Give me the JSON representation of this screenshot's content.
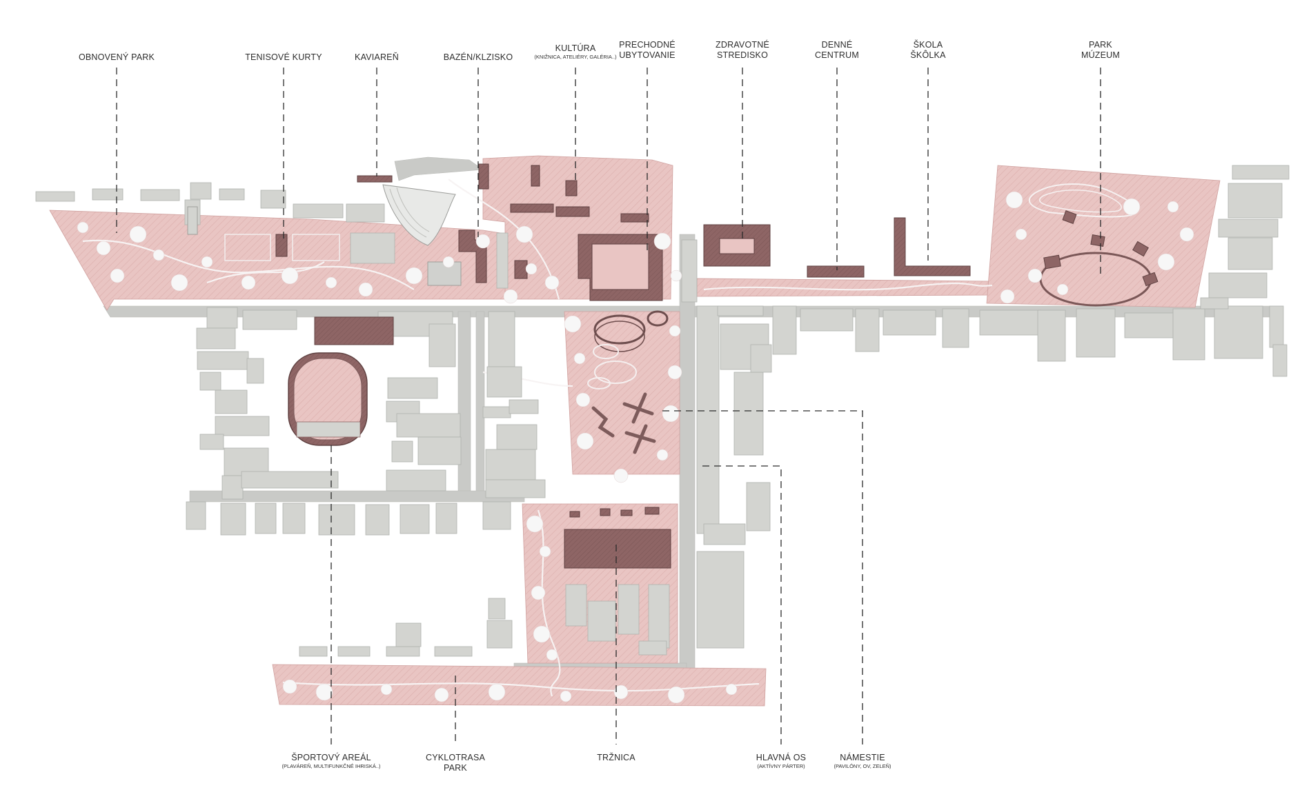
{
  "labels": {
    "obnoveny_park": "OBNOVENÝ PARK",
    "tenisove_kurty": "TENISOVÉ KURTY",
    "kaviaren": "KAVIAREŇ",
    "bazen": "BAZÉN/KLZISKO",
    "kultura": "KULTÚRA",
    "kultura_sub": "(KNIŽNICA, ATELIÉRY, GALÉRIA..)",
    "prechodne_1": "PRECHODNÉ",
    "prechodne_2": "UBYTOVANIE",
    "zdravotne_1": "ZDRAVOTNÉ",
    "zdravotne_2": "STREDISKO",
    "denne_1": "DENNÉ",
    "denne_2": "CENTRUM",
    "skola_1": "ŠKOLA",
    "skola_2": "ŠKÔLKA",
    "park_1": "PARK",
    "park_2": "MÚZEUM",
    "sportovy": "ŠPORTOVÝ AREÁL",
    "sportovy_sub": "(PLAVÁREŇ, MULTIFUNKČNÉ IHRISKÁ..)",
    "cyklo_1": "CYKLOTRASA",
    "cyklo_2": "PARK",
    "trznica": "TRŽNICA",
    "hlavna": "HLAVNÁ OS",
    "hlavna_sub": "(AKTÍVNY PÁRTER)",
    "namestie": "NÁMESTIE",
    "namestie_sub": "(PAVILÓNY, OV, ZELEŇ)"
  },
  "colors": {
    "background": "#ffffff",
    "green_zone": "#e9c5c3",
    "hatch": "#d9a8a6",
    "new_building": "#8e6565",
    "new_building_edge": "#5e4040",
    "existing_building": "#d3d4d0",
    "existing_building_edge": "#aeb0ab",
    "road": "#c7c8c5",
    "tree": "#f6f6f6",
    "leader_line": "#2a2a2a"
  }
}
